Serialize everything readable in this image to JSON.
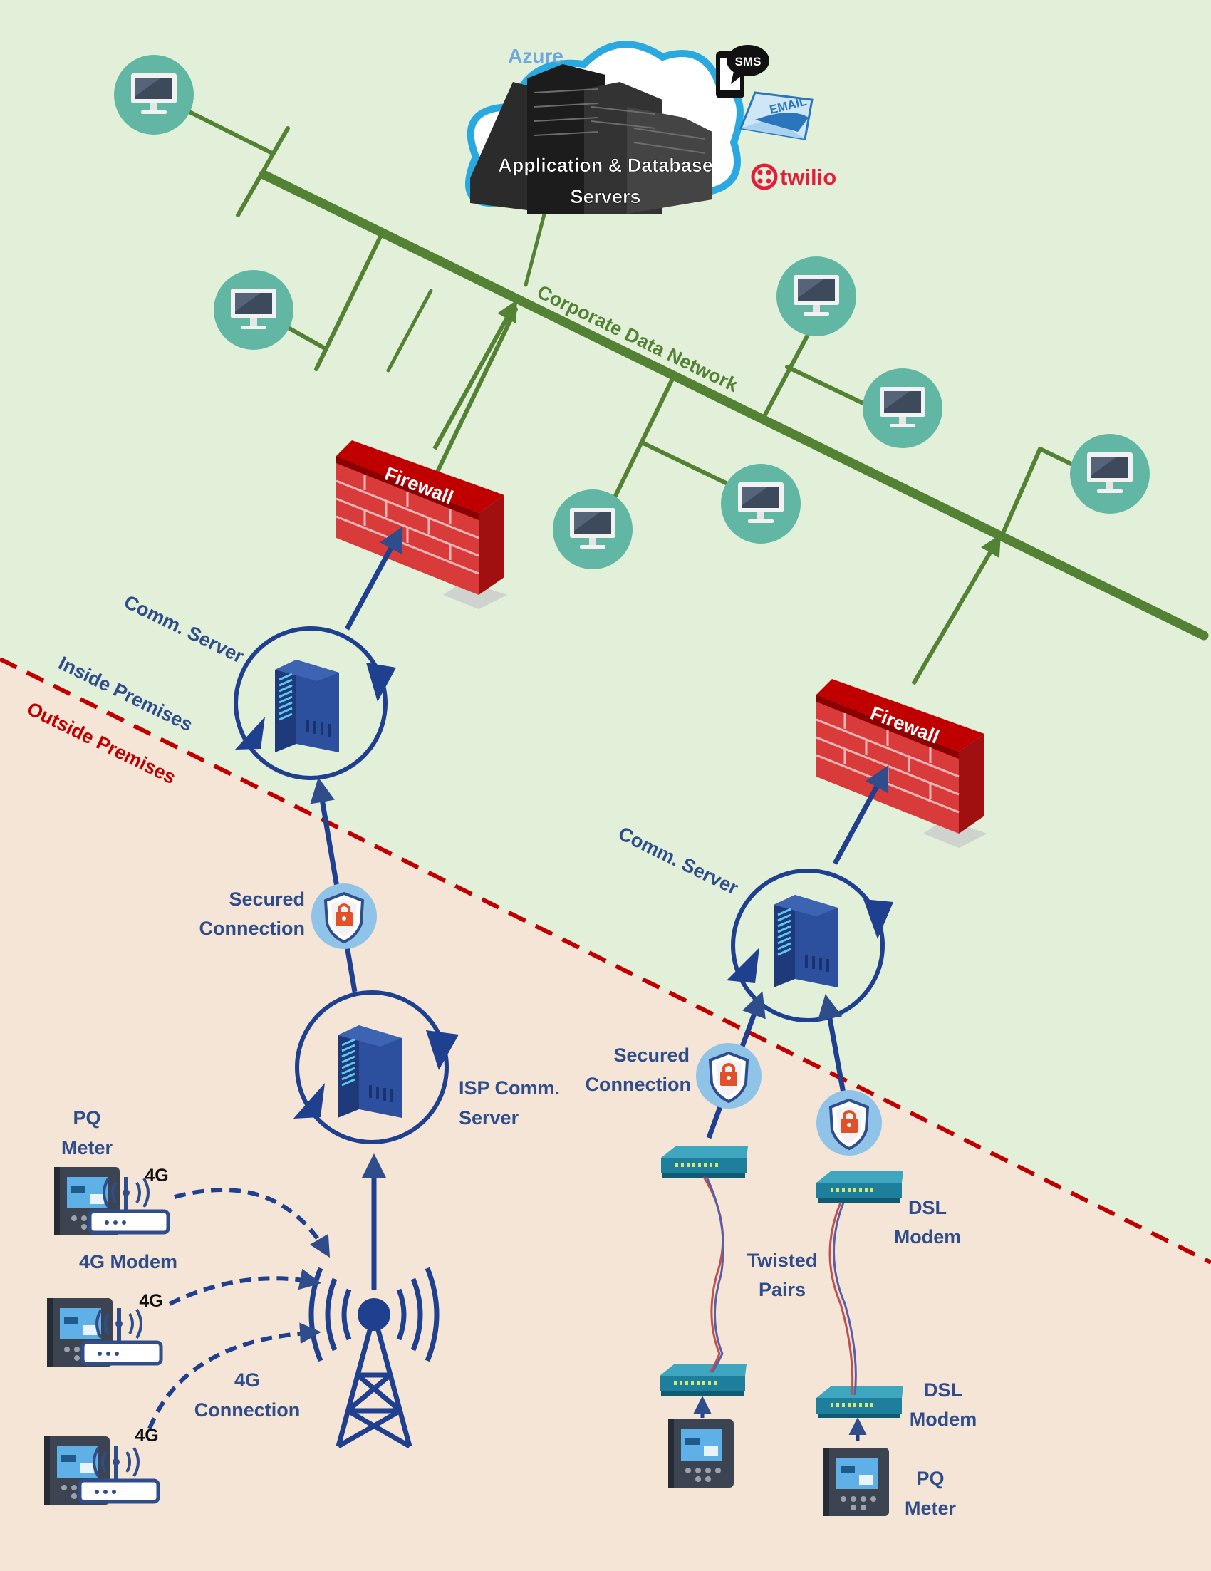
{
  "colors": {
    "inside_bg": "#e2efd9",
    "outside_bg": "#f5e5d6",
    "network_green": "#548235",
    "blue_dark": "#1f3f8f",
    "label_blue": "#2f4d8a",
    "firewall_red": "#c00000",
    "boundary_red": "#c00000",
    "pc_circle": "#62b6a4",
    "cloud_blue": "#29a9e0",
    "twilio_red": "#e31e3b"
  },
  "icons": [
    "monitor-icon",
    "server-icon",
    "firewall-icon",
    "shield-lock-icon",
    "cell-tower-icon",
    "modem-icon",
    "pq-meter-icon",
    "cloud-icon",
    "sms-icon",
    "email-icon",
    "twilio-logo-icon"
  ],
  "cloud": {
    "provider": "Azure",
    "line1": "Application & Database",
    "line2": "Servers"
  },
  "notifications": {
    "sms": "SMS",
    "email": "EMAIL",
    "twilio": "twilio"
  },
  "network": {
    "label": "Corporate Data Network"
  },
  "firewall": {
    "label": "Firewall"
  },
  "comm_server": {
    "label": "Comm. Server"
  },
  "premises": {
    "inside": "Inside Premises",
    "outside": "Outside Premises"
  },
  "secured": {
    "line1": "Secured",
    "line2": "Connection"
  },
  "isp": {
    "line1": "ISP Comm.",
    "line2": "Server"
  },
  "pq_meter": {
    "line1": "PQ",
    "line2": "Meter"
  },
  "modem_4g": {
    "label": "4G Modem",
    "tag": "4G"
  },
  "conn_4g": {
    "line1": "4G",
    "line2": "Connection"
  },
  "twisted": {
    "line1": "Twisted",
    "line2": "Pairs"
  },
  "dsl": {
    "line1": "DSL",
    "line2": "Modem"
  }
}
